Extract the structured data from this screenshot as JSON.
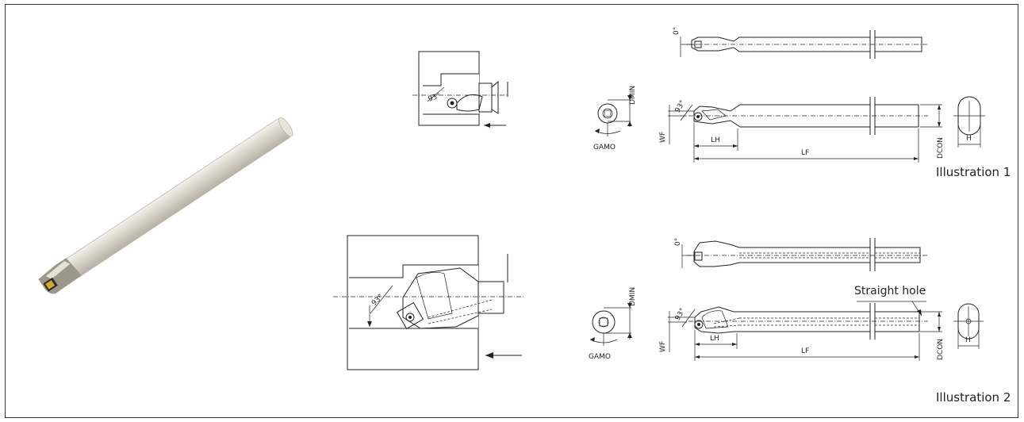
{
  "illustrations": [
    {
      "caption": "Illustration 1",
      "angle_top": "0°",
      "lead_angle": "93°",
      "dims": {
        "dmin": "DMIN",
        "gamo": "GAMO",
        "wf": "WF",
        "lh": "LH",
        "lf": "LF",
        "dcon": "DCON",
        "h": "H"
      }
    },
    {
      "caption": "Illustration 2",
      "angle_top": "0°",
      "lead_angle": "93°",
      "bore_angle": "93°",
      "note": "Straight hole",
      "dims": {
        "dmin": "DMIN",
        "gamo": "GAMO",
        "wf": "WF",
        "lh": "LH",
        "lf": "LF",
        "dcon": "DCON",
        "h": "H"
      }
    }
  ],
  "colors": {
    "line": "#222222",
    "shank": "#cfcabf",
    "shank_light": "#ece9e2",
    "insert": "#d4a72c",
    "head": "#2a2a2a"
  }
}
